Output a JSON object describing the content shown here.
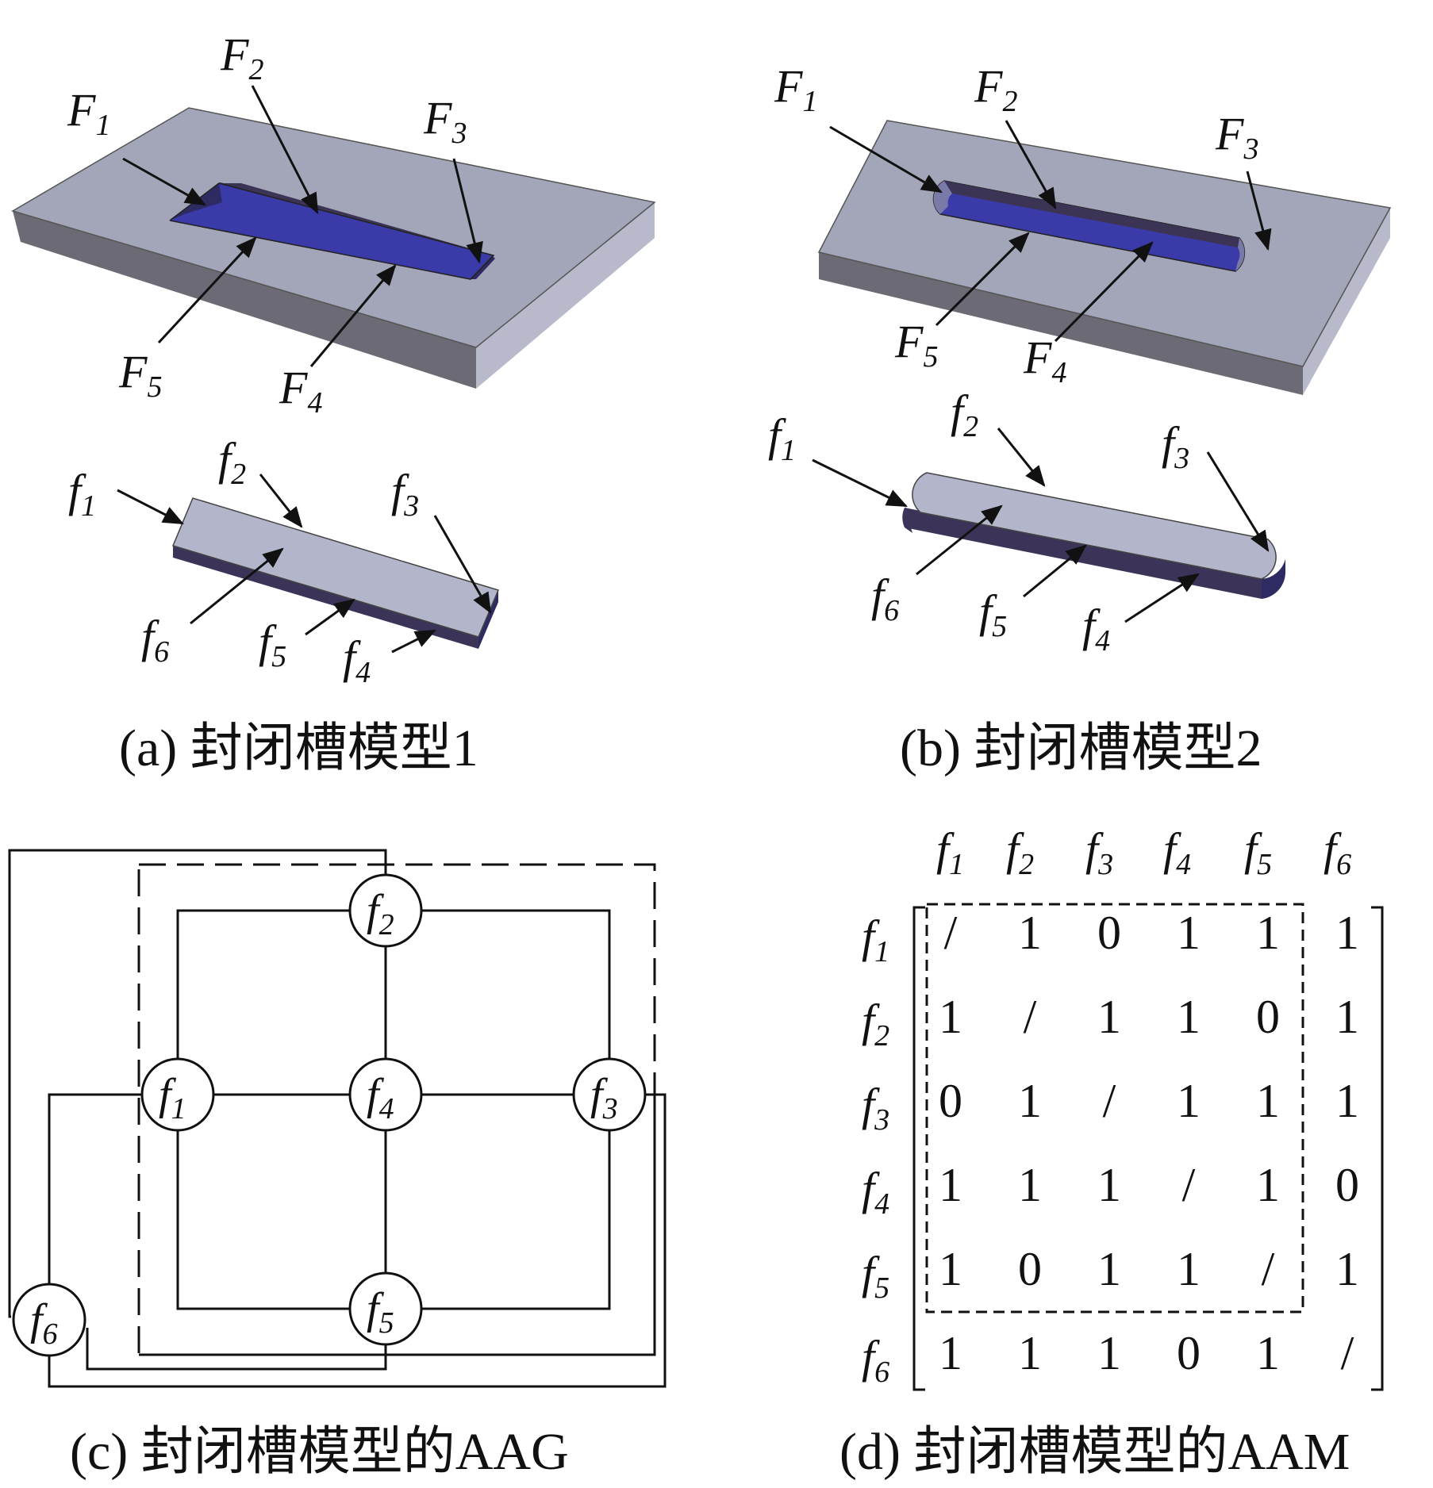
{
  "captions": {
    "a": "(a)  封闭槽模型1",
    "b": "(b)  封闭槽模型2",
    "c": "(c)  封闭槽模型的AAG",
    "d": "(d)  封闭槽模型的AAM"
  },
  "model_a_labels": {
    "F1": {
      "base": "F",
      "sub": "1"
    },
    "F2": {
      "base": "F",
      "sub": "2"
    },
    "F3": {
      "base": "F",
      "sub": "3"
    },
    "F4": {
      "base": "F",
      "sub": "4"
    },
    "F5": {
      "base": "F",
      "sub": "5"
    },
    "f1": {
      "base": "f",
      "sub": "1"
    },
    "f2": {
      "base": "f",
      "sub": "2"
    },
    "f3": {
      "base": "f",
      "sub": "3"
    },
    "f4": {
      "base": "f",
      "sub": "4"
    },
    "f5": {
      "base": "f",
      "sub": "5"
    },
    "f6": {
      "base": "f",
      "sub": "6"
    }
  },
  "model_b_labels": {
    "F1": {
      "base": "F",
      "sub": "1"
    },
    "F2": {
      "base": "F",
      "sub": "2"
    },
    "F3": {
      "base": "F",
      "sub": "3"
    },
    "F4": {
      "base": "F",
      "sub": "4"
    },
    "F5": {
      "base": "F",
      "sub": "5"
    },
    "f1": {
      "base": "f",
      "sub": "1"
    },
    "f2": {
      "base": "f",
      "sub": "2"
    },
    "f3": {
      "base": "f",
      "sub": "3"
    },
    "f4": {
      "base": "f",
      "sub": "4"
    },
    "f5": {
      "base": "f",
      "sub": "5"
    },
    "f6": {
      "base": "f",
      "sub": "6"
    }
  },
  "graph": {
    "nodes": {
      "f1": {
        "base": "f",
        "sub": "1"
      },
      "f2": {
        "base": "f",
        "sub": "2"
      },
      "f3": {
        "base": "f",
        "sub": "3"
      },
      "f4": {
        "base": "f",
        "sub": "4"
      },
      "f5": {
        "base": "f",
        "sub": "5"
      },
      "f6": {
        "base": "f",
        "sub": "6"
      }
    }
  },
  "matrix": {
    "headers": [
      {
        "base": "f",
        "sub": "1"
      },
      {
        "base": "f",
        "sub": "2"
      },
      {
        "base": "f",
        "sub": "3"
      },
      {
        "base": "f",
        "sub": "4"
      },
      {
        "base": "f",
        "sub": "5"
      },
      {
        "base": "f",
        "sub": "6"
      }
    ],
    "rows": [
      [
        "/",
        "1",
        "0",
        "1",
        "1",
        "1"
      ],
      [
        "1",
        "/",
        "1",
        "1",
        "0",
        "1"
      ],
      [
        "0",
        "1",
        "/",
        "1",
        "1",
        "1"
      ],
      [
        "1",
        "1",
        "1",
        "/",
        "1",
        "0"
      ],
      [
        "1",
        "0",
        "1",
        "1",
        "/",
        "1"
      ],
      [
        "1",
        "1",
        "1",
        "0",
        "1",
        "/"
      ]
    ]
  },
  "colors": {
    "plate_top": "#a3a6b8",
    "plate_side_dark": "#6c6a74",
    "plate_side_light": "#b8bacc",
    "slot_floor": "#3a3aa8",
    "slot_wall": "#3c3454",
    "block_top": "#b3b5ca",
    "block_side": "#3c3458"
  }
}
